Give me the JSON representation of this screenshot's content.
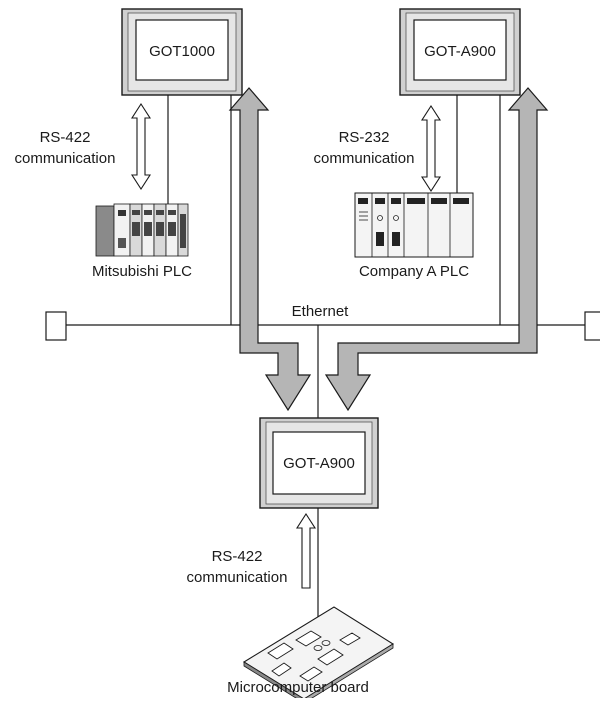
{
  "terminals": {
    "top_left": {
      "label": "GOT1000"
    },
    "top_right": {
      "label": "GOT-A900"
    },
    "bottom": {
      "label": "GOT-A900"
    }
  },
  "links": {
    "left_comm": {
      "line1": "RS-422",
      "line2": "communication"
    },
    "right_comm": {
      "line1": "RS-232",
      "line2": "communication"
    },
    "bottom_comm": {
      "line1": "RS-422",
      "line2": "communication"
    }
  },
  "devices": {
    "mitsubishi_plc": {
      "label": "Mitsubishi PLC"
    },
    "company_a_plc": {
      "label": "Company A PLC"
    },
    "microcomputer_board": {
      "label": "Microcomputer board"
    }
  },
  "network": {
    "label": "Ethernet"
  },
  "colors": {
    "arrow_fill": "#b5b5b5",
    "line": "#1a1a1a",
    "frame_fill": "#d0d0d0",
    "screen_fill": "#ffffff"
  }
}
